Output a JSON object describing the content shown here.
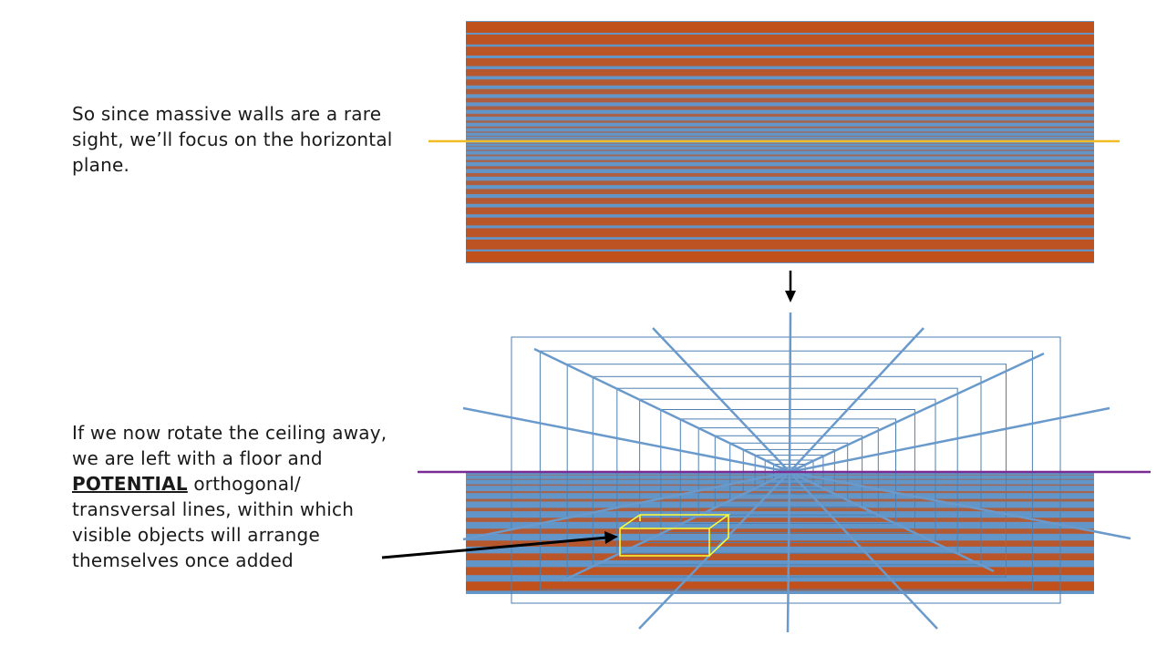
{
  "slide": {
    "caption_top": "So since massive walls are a rare sight, we’ll focus on the horizontal plane.",
    "caption_bottom": {
      "part1": "If we now rotate the ceiling away, we are left with a floor and ",
      "emphasis": "POTENTIAL",
      "part2": " orthogonal/ transversal lines, within which visible objects will arrange themselves once added"
    }
  },
  "colors": {
    "stripe_blue": "#6396c8",
    "stripe_orange": "#c0501c",
    "horizon_top": "#f0bc22",
    "horizon_bottom": "#7a2c94",
    "grid_line": "#4e7fb0",
    "orthogonal": "#6a9acb",
    "object_box": "#ffff33",
    "arrow": "#000000"
  },
  "icons": {
    "down_arrow": "arrow-down-icon",
    "pointer_arrow": "arrow-pointer-icon"
  }
}
